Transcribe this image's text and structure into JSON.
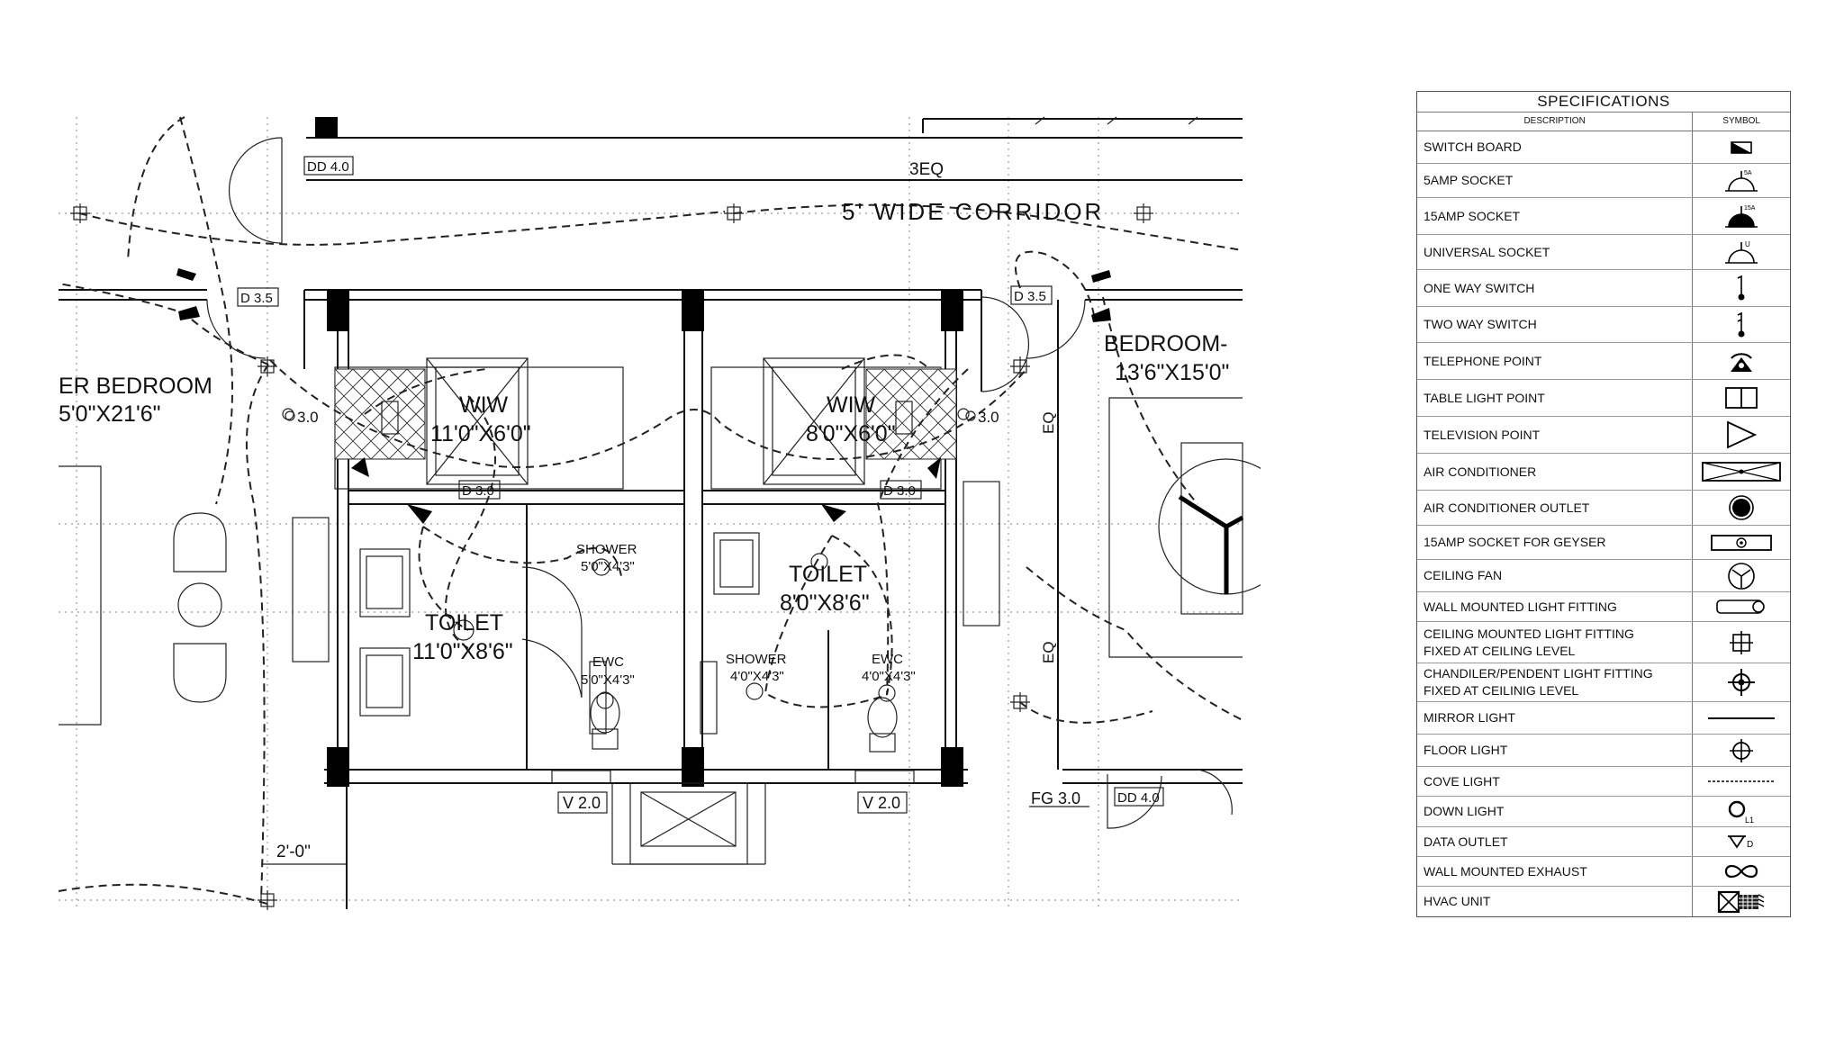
{
  "plan": {
    "corridor": "5' WIDE CORRIDOR",
    "corridor_eq": "3EQ",
    "left_bedroom": "ER BEDROOM",
    "left_bedroom_size": "5'0\"X21'6\"",
    "right_bedroom": "BEDROOM-",
    "right_bedroom_size": "13'6\"X15'0\"",
    "wiw_left": "WIW",
    "wiw_left_size": "11'0\"X6'0\"",
    "wiw_right": "WIW",
    "wiw_right_size": "8'0\"X6'0\"",
    "toilet_left": "TOILET",
    "toilet_left_size": "11'0\"X8'6\"",
    "toilet_right": "TOILET",
    "toilet_right_size": "8'0\"X8'6\"",
    "shower_left": "SHOWER",
    "shower_left_size": "5'0\"X4'3\"",
    "ewc_left": "EWC",
    "ewc_left_size": "5'0\"X4'3\"",
    "shower_right": "SHOWER",
    "shower_right_size": "4'0\"X4'3\"",
    "ewc_right": "EWC",
    "ewc_right_size": "4'0\"X4'3\"",
    "tags": {
      "dd40_top": "DD 4.0",
      "d35_left": "D 3.5",
      "d35_right": "D 3.5",
      "d30_left": "D 3.0",
      "d30_right": "D 3.0",
      "mark_left": "3.0",
      "mark_right": "3.0",
      "v20_left": "V 2.0",
      "v20_right": "V 2.0",
      "fg30": "FG 3.0",
      "dd40_bottom": "DD 4.0",
      "dim_2ft": "2'-0\"",
      "eq_top": "EQ",
      "eq_bottom": "EQ"
    }
  },
  "specifications": {
    "title": "SPECIFICATIONS",
    "col_description": "DESCRIPTION",
    "col_symbol": "SYMBOL",
    "items": [
      {
        "description": "SWITCH BOARD",
        "symbol": "switch-board-icon"
      },
      {
        "description": "5AMP SOCKET",
        "symbol": "socket-5a-icon",
        "tag": "5A"
      },
      {
        "description": "15AMP  SOCKET",
        "symbol": "socket-15a-icon",
        "tag": "15A"
      },
      {
        "description": "UNIVERSAL SOCKET",
        "symbol": "socket-universal-icon",
        "tag": "U"
      },
      {
        "description": "ONE WAY SWITCH",
        "symbol": "one-way-switch-icon"
      },
      {
        "description": "TWO WAY SWITCH",
        "symbol": "two-way-switch-icon"
      },
      {
        "description": "TELEPHONE POINT",
        "symbol": "telephone-point-icon"
      },
      {
        "description": "TABLE LIGHT POINT",
        "symbol": "table-light-point-icon"
      },
      {
        "description": "TELEVISION POINT",
        "symbol": "television-point-icon"
      },
      {
        "description": "AIR CONDITIONER",
        "symbol": "air-conditioner-icon"
      },
      {
        "description": "AIR CONDITIONER OUTLET",
        "symbol": "ac-outlet-icon"
      },
      {
        "description": "15AMP SOCKET FOR  GEYSER",
        "symbol": "geyser-socket-icon"
      },
      {
        "description": "CEILING FAN",
        "symbol": "ceiling-fan-icon"
      },
      {
        "description": "WALL MOUNTED LIGHT FITTING",
        "symbol": "wall-light-icon"
      },
      {
        "description": "CEILING MOUNTED LIGHT FITTING\nFIXED AT CEILING LEVEL",
        "symbol": "ceiling-light-icon"
      },
      {
        "description": "CHANDILER/PENDENT LIGHT FITTING\nFIXED AT CEILINIG LEVEL",
        "symbol": "chandelier-icon"
      },
      {
        "description": "MIRROR LIGHT",
        "symbol": "mirror-light-icon"
      },
      {
        "description": "FLOOR LIGHT",
        "symbol": "floor-light-icon"
      },
      {
        "description": "COVE LIGHT",
        "symbol": "cove-light-icon"
      },
      {
        "description": "DOWN LIGHT",
        "symbol": "down-light-icon",
        "tag": "L1"
      },
      {
        "description": "DATA OUTLET",
        "symbol": "data-outlet-icon",
        "tag": "D"
      },
      {
        "description": "WALL MOUNTED EXHAUST",
        "symbol": "exhaust-icon"
      },
      {
        "description": "HVAC UNIT",
        "symbol": "hvac-unit-icon"
      }
    ]
  }
}
